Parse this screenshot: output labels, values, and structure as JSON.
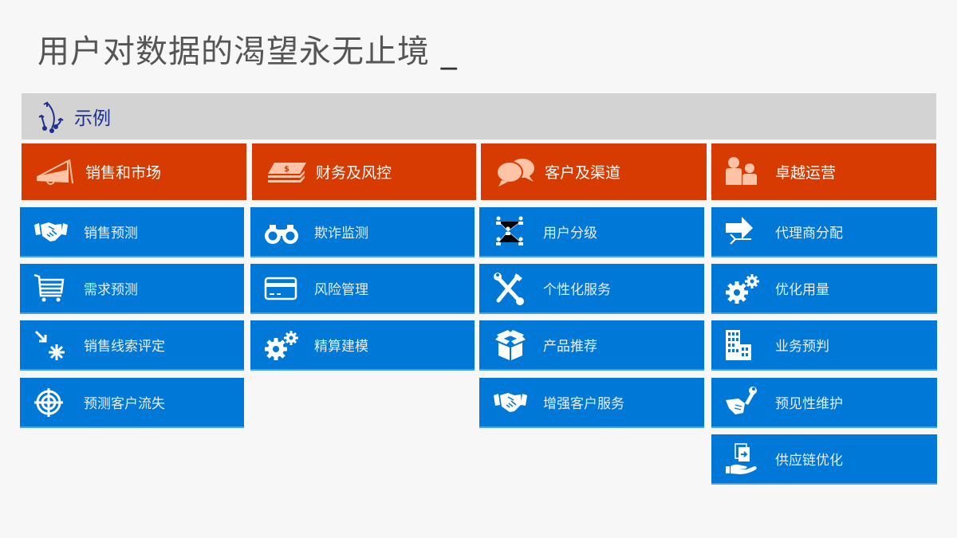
{
  "slide": {
    "title": "用户对数据的渴望永无止境",
    "title_cursor": "_",
    "banner": {
      "label": "示例",
      "icon": "branching-arrows-icon"
    }
  },
  "colors": {
    "background": "#f7f7f7",
    "banner": "#d3d3d3",
    "banner_text": "#1f2f8f",
    "category": "#d83b01",
    "item": "#0078d7"
  },
  "columns": [
    {
      "header": {
        "label": "销售和市场",
        "icon": "megaphone-icon"
      },
      "items": [
        {
          "label": "销售预测",
          "icon": "handshake-icon"
        },
        {
          "label": "需求预测",
          "icon": "shopping-cart-icon"
        },
        {
          "label": "销售线索评定",
          "icon": "arrow-spark-icon"
        },
        {
          "label": "预测客户流失",
          "icon": "target-icon"
        }
      ]
    },
    {
      "header": {
        "label": "财务及风控",
        "icon": "money-stack-icon"
      },
      "items": [
        {
          "label": "欺诈监测",
          "icon": "binoculars-icon"
        },
        {
          "label": "风险管理",
          "icon": "credit-card-icon"
        },
        {
          "label": "精算建模",
          "icon": "gears-icon"
        }
      ]
    },
    {
      "header": {
        "label": "客户及渠道",
        "icon": "chat-bubbles-icon"
      },
      "items": [
        {
          "label": "用户分级",
          "icon": "user-network-icon"
        },
        {
          "label": "个性化服务",
          "icon": "tools-icon"
        },
        {
          "label": "产品推荐",
          "icon": "open-box-icon"
        },
        {
          "label": "增强客户服务",
          "icon": "handshake-icon"
        }
      ]
    },
    {
      "header": {
        "label": "卓越运营",
        "icon": "people-icon"
      },
      "items": [
        {
          "label": "代理商分配",
          "icon": "exchange-arrows-icon"
        },
        {
          "label": "优化用量",
          "icon": "gears-icon"
        },
        {
          "label": "业务预判",
          "icon": "buildings-icon"
        },
        {
          "label": "预见性维护",
          "icon": "hand-wrench-icon"
        },
        {
          "label": "供应链优化",
          "icon": "hand-document-icon"
        }
      ]
    }
  ]
}
